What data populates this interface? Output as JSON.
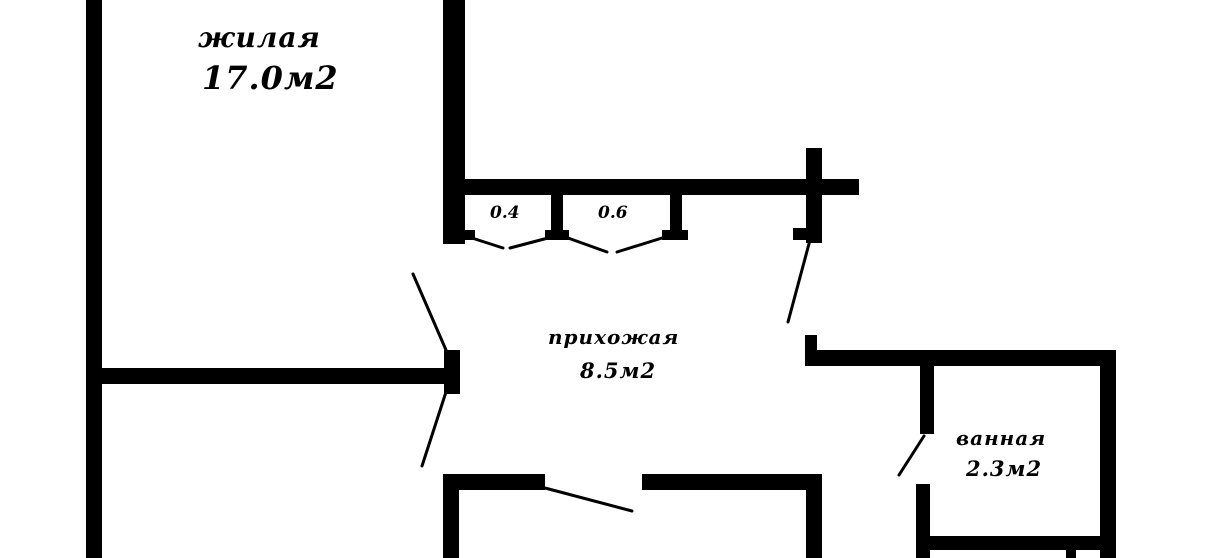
{
  "rooms": {
    "living": {
      "name": "жилая",
      "area": "17.0м2"
    },
    "hallway": {
      "name": "прихожая",
      "area": "8.5м2"
    },
    "bathroom": {
      "name": "ванная",
      "area": "2.3м2"
    }
  },
  "closets": [
    {
      "area": "0.4"
    },
    {
      "area": "0.6"
    }
  ],
  "colors": {
    "wall": "#000000",
    "background": "#ffffff"
  }
}
